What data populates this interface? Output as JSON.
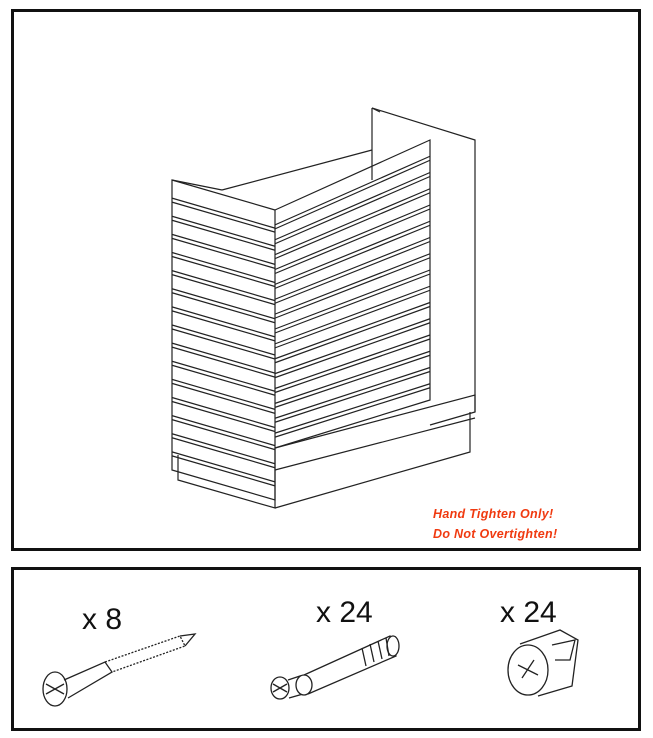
{
  "warnings": {
    "line1": "Hand Tighten Only!",
    "line2": "Do Not Overtighten!",
    "color": "#f03a10"
  },
  "hardware": [
    {
      "name": "long-screw",
      "quantity": "x 8"
    },
    {
      "name": "cam-bolt",
      "quantity": "x 24"
    },
    {
      "name": "cam-lock",
      "quantity": "x 24"
    }
  ]
}
